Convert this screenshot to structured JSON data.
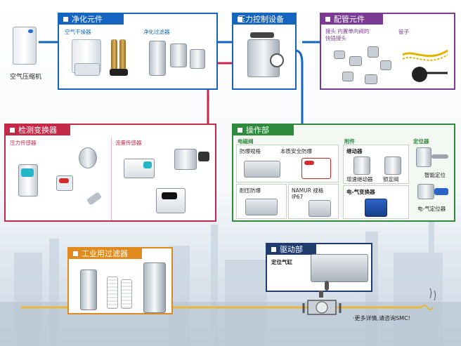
{
  "compressor": {
    "label": "空气压缩机"
  },
  "purify": {
    "title": "净化元件",
    "dryer": "空气干燥器",
    "filter": "净化过滤器"
  },
  "pressure": {
    "title": "压力控制设备"
  },
  "piping": {
    "title": "配管元件",
    "fittings": "接头 内置单向阀的\n快插接头",
    "tubing": "管子"
  },
  "detect": {
    "title": "检测变换器",
    "pressure_sensor": "压力传感器",
    "flow_sensor": "流量传感器"
  },
  "operation": {
    "title": "操作部",
    "solenoid": "电磁阀",
    "explosion": "防爆规格",
    "intrinsic": "本质安全防爆",
    "corrosion": "耐压防爆",
    "namur": "NAMUR 规格",
    "ip": "IP67",
    "accessories": "附件",
    "relay": "继动器",
    "booster": "增速继动器",
    "lock": "锁定阀",
    "ep": "电-气变换器",
    "positioner": "定位器",
    "smart": "智能定位",
    "ep_positioner": "电-气定位器"
  },
  "industrial": {
    "title": "工业用过滤器"
  },
  "drive": {
    "title": "驱动部",
    "cylinder": "定位气缸"
  },
  "footer": {
    "note": "·更多详情,请咨询SMC!"
  },
  "colors": {
    "blue": "#1565c0",
    "red": "#c62848",
    "green": "#2e8b3e",
    "purple": "#7b3b94",
    "orange": "#e08a1e",
    "navy": "#1f3c6e",
    "gold": "#e8b93a"
  }
}
